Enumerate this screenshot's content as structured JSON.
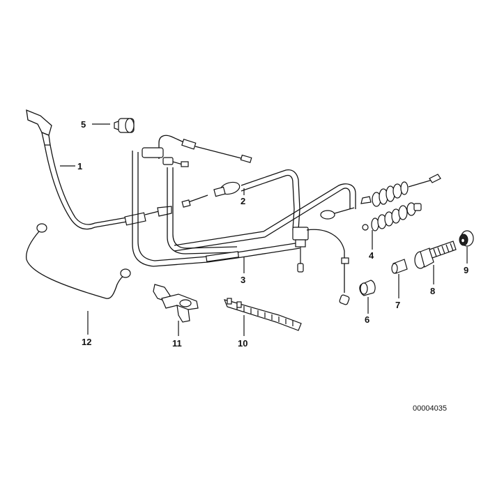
{
  "diagram": {
    "drawing_number": "00004035",
    "callouts": [
      {
        "id": "1",
        "label": "1"
      },
      {
        "id": "2",
        "label": "2"
      },
      {
        "id": "3",
        "label": "3"
      },
      {
        "id": "4",
        "label": "4"
      },
      {
        "id": "5",
        "label": "5"
      },
      {
        "id": "6",
        "label": "6"
      },
      {
        "id": "7",
        "label": "7"
      },
      {
        "id": "8",
        "label": "8"
      },
      {
        "id": "9",
        "label": "9"
      },
      {
        "id": "10",
        "label": "10"
      },
      {
        "id": "11",
        "label": "11"
      },
      {
        "id": "12",
        "label": "12"
      }
    ]
  }
}
